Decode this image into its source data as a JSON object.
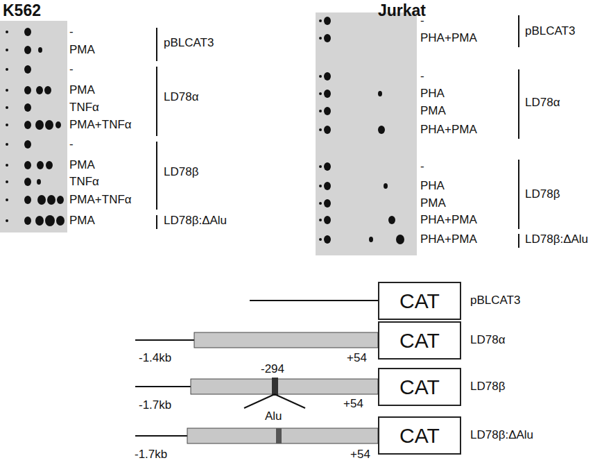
{
  "diagram": {
    "nodes": [
      {
        "text": [
          "CAT"
        ]
      },
      {
        "text": [
          "CAT"
        ]
      },
      {
        "text": [
          "CAT"
        ]
      },
      {
        "text": [
          "CAT"
        ]
      }
    ],
    "edges": [],
    "labels": [
      "K562",
      "Jurkat",
      "-",
      "PMA",
      "-",
      "PMA",
      "TNFα",
      "PMA+TNFα",
      "-",
      "PMA",
      "TNFα",
      "PMA+TNFα",
      "PMA",
      "pBLCAT3",
      "LD78α",
      "LD78β",
      "LD78β:ΔAlu",
      "-",
      "PHA+PMA",
      "-",
      "PHA",
      "PMA",
      "PHA+PMA",
      "-",
      "PHA",
      "PMA",
      "PHA+PMA",
      "PHA+PMA",
      "pBLCAT3",
      "LD78α",
      "LD78β",
      "LD78β:ΔAlu",
      "pBLCAT3",
      "LD78α",
      "-1.4kb",
      "+54",
      "LD78β",
      "-294",
      "Alu",
      "-1.7kb",
      "+54",
      "LD78β:ΔAlu",
      "-1.7kb",
      "+54"
    ]
  }
}
